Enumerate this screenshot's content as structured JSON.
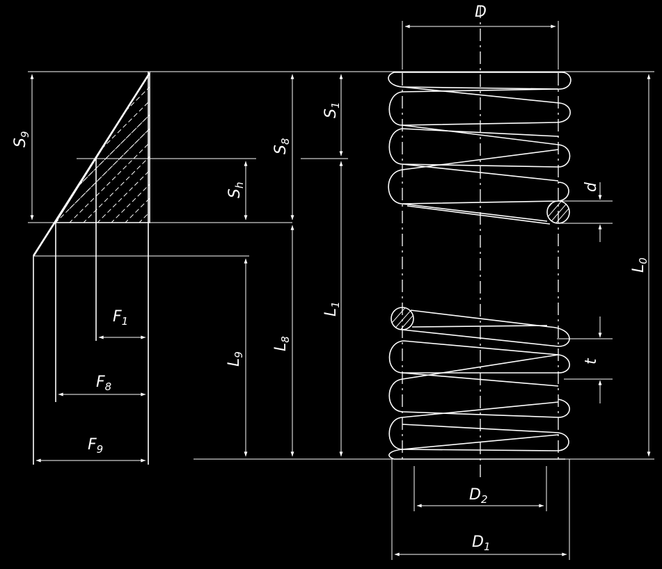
{
  "labels": {
    "D": {
      "main": "D",
      "sub": ""
    },
    "S9": {
      "main": "S",
      "sub": "9"
    },
    "S8": {
      "main": "S",
      "sub": "8"
    },
    "S1": {
      "main": "S",
      "sub": "1"
    },
    "Sh": {
      "main": "S",
      "sub": "h"
    },
    "d": {
      "main": "d",
      "sub": ""
    },
    "L0": {
      "main": "L",
      "sub": "0"
    },
    "L1": {
      "main": "L",
      "sub": "1"
    },
    "L8": {
      "main": "L",
      "sub": "8"
    },
    "L9": {
      "main": "L",
      "sub": "9"
    },
    "F1": {
      "main": "F",
      "sub": "1"
    },
    "F8": {
      "main": "F",
      "sub": "8"
    },
    "F9": {
      "main": "F",
      "sub": "9"
    },
    "t": {
      "main": "t",
      "sub": ""
    },
    "D2": {
      "main": "D",
      "sub": "2"
    },
    "D1": {
      "main": "D",
      "sub": "1"
    }
  }
}
